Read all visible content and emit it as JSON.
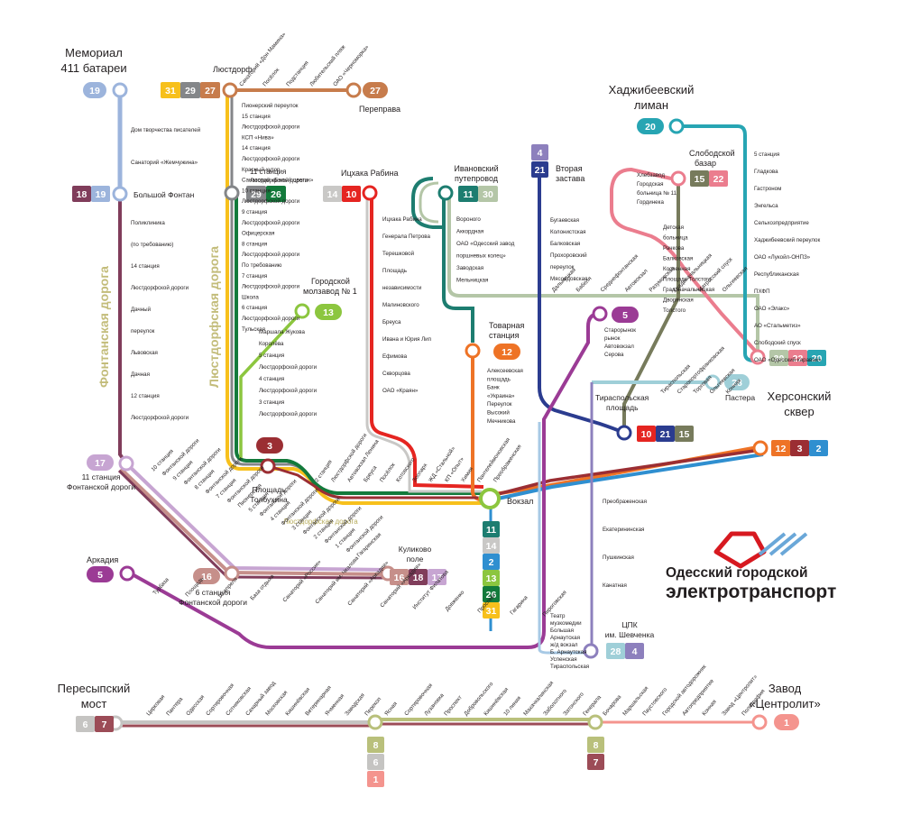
{
  "title": "Одесский городской электротранспорт",
  "brand": {
    "line1": "Одесский городской",
    "line2": "электротранспорт",
    "logo_color": "#d71920",
    "stripe_color": "#6aa7d8"
  },
  "roads": {
    "fontanskaya": "Фонтанская дорога",
    "lustdorfskaya": "Люстдорфская дорога",
    "lustdorfskaya_small": "Люстдорфская дорога"
  },
  "routes": {
    "r1": {
      "number": "1",
      "color": "#f4948e"
    },
    "r2": {
      "number": "2",
      "color": "#2f8fd0"
    },
    "r3": {
      "number": "3",
      "color": "#9b2e33"
    },
    "r4": {
      "number": "4",
      "color": "#8d80bd"
    },
    "r5": {
      "number": "5",
      "color": "#9b3b95"
    },
    "r6": {
      "number": "6",
      "color": "#c5c4c2"
    },
    "r7": {
      "number": "7",
      "color": "#9c4c57"
    },
    "r8": {
      "number": "8",
      "color": "#b9c07b"
    },
    "r10": {
      "number": "10",
      "color": "#e52521"
    },
    "r11": {
      "number": "11",
      "color": "#1d7d70"
    },
    "r12": {
      "number": "12",
      "color": "#ee7326"
    },
    "r13": {
      "number": "13",
      "color": "#8cc63f"
    },
    "r14": {
      "number": "14",
      "color": "#c9c8c6"
    },
    "r15": {
      "number": "15",
      "color": "#777b5c"
    },
    "r16": {
      "number": "16",
      "color": "#c68f8a"
    },
    "r17": {
      "number": "17",
      "color": "#c7a5d2"
    },
    "r18": {
      "number": "18",
      "color": "#803d5b"
    },
    "r19": {
      "number": "19",
      "color": "#9cb4dc"
    },
    "r20": {
      "number": "20",
      "color": "#27a5b3"
    },
    "r21": {
      "number": "21",
      "color": "#2b3c8f"
    },
    "r22": {
      "number": "22",
      "color": "#eb7d8e"
    },
    "r26": {
      "number": "26",
      "color": "#137a3b"
    },
    "r27": {
      "number": "27",
      "color": "#c77c4c"
    },
    "r28": {
      "number": "28",
      "color": "#9fcfd8"
    },
    "r29": {
      "number": "29",
      "color": "#848689"
    },
    "r30": {
      "number": "30",
      "color": "#b4c6a7"
    },
    "r31": {
      "number": "31",
      "color": "#f7c01c"
    }
  },
  "terminals": {
    "memorial": {
      "line1": "Мемориал",
      "line2": "411 батареи"
    },
    "lustdorf": "Люстдорф",
    "pereprava": "Переправа",
    "big_fontan": "Большой Фонтан",
    "st11_lustdorf": {
      "line1": "11 станция",
      "line2": "Люстдорфской дороги"
    },
    "itskhaka": "Ицхака Рабина",
    "ivanovsky": {
      "line1": "Ивановский",
      "line2": "путепровод"
    },
    "vtoraya": {
      "line1": "Вторая",
      "line2": "застава"
    },
    "khadzhibey": {
      "line1": "Хаджибеевский",
      "line2": "лиман"
    },
    "slobodskoy": {
      "line1": "Слободской",
      "line2": "базар"
    },
    "molzavod": {
      "line1": "Городской",
      "line2": "молзавод № 1"
    },
    "tovarnaya": {
      "line1": "Товарная",
      "line2": "станция"
    },
    "pastera": "Пастера",
    "khersonsky": {
      "line1": "Херсонский",
      "line2": "сквер"
    },
    "tiraspol": {
      "line1": "Тираспольская",
      "line2": "площадь"
    },
    "st11_fontan": {
      "line1": "11 станция",
      "line2": "Фонтанской дороги"
    },
    "tolbukhin": {
      "line1": "Площадь",
      "line2": "Толбухина"
    },
    "vokzal": "Вокзал",
    "arkadia": "Аркадия",
    "kulikovo": {
      "line1": "Куликово",
      "line2": "поле"
    },
    "st6_fontan": {
      "line1": "6 станция",
      "line2": "Фонтанской дороги"
    },
    "tspk": {
      "line1": "ЦПК",
      "line2": "им. Шевченка"
    },
    "peresyp": {
      "line1": "Пересыпский",
      "line2": "мост"
    },
    "centrolit": {
      "line1": "Завод",
      "line2": "«Центролит»"
    }
  },
  "stops": {
    "line19": [
      "Дом творчества писателей",
      "Санаторий «Жемчужина»"
    ],
    "line18_fontan": [
      "Поликлиника",
      "(по требованию)",
      "14 станция",
      "Люстдорфской дороги",
      "Дачный",
      "переулок",
      "Львовская",
      "Дачная",
      "12 станция",
      "Люстдорфской дороги"
    ],
    "line27": [
      "Санаторий «Дон Мамина»",
      "Посёлок",
      "Подстанция",
      "Любительский пляж",
      "ОАО «Черноморка»"
    ],
    "lustdorf_road": [
      "Пионерский переулок",
      "15 станция",
      "Люстдорфской дороги",
      "КСП «Нива»",
      "14 станция",
      "Люстдорфской дороги",
      "Красный хутор",
      "Санаторий «Белый цветок»",
      "10 станция",
      "Люстдорфской дороги",
      "9 станция",
      "Люстдорфской дороги",
      "Офицерская",
      "8 станция",
      "Люстдорфской дороги",
      "По требованию",
      "7 станция",
      "Люстдорфской дороги",
      "Школа",
      "6 станция",
      "Люстдорфской дороги",
      "Тульская"
    ],
    "line13": [
      "Маршала Жукова",
      "Королёва",
      "5 станция",
      "Люстдорфской дороги",
      "4 станция",
      "Люстдорфской дороги",
      "3 станция",
      "Люстдорфской дороги"
    ],
    "line10": [
      "Ицхака Рабина",
      "Генерала Петрова",
      "Терешковой",
      "Площадь",
      "независимости",
      "Малиновского",
      "Бреуса",
      "Ивана и Юрия Лип",
      "Ефимова",
      "Скворцова",
      "ОАО «Краян»"
    ],
    "line11": [
      "Вороного",
      "Аккордная",
      "ОАО «Одесский завод",
      "поршневых колец»",
      "Заводская",
      "Мельницкая"
    ],
    "line12": [
      "Алексеевская",
      "площадь",
      "Банк",
      "«Украина»",
      "Переулок",
      "Высокий",
      "Мечникова"
    ],
    "line21": [
      "Бугаевская",
      "Колонистская",
      "Балковская",
      "Прохоровский",
      "переулок",
      "Мясоедовская"
    ],
    "line22": [
      "Хлебзавод",
      "Городская",
      "больница № 11",
      "Гординека"
    ],
    "line15": [
      "Детская",
      "больница",
      "Рачкова",
      "Балковская",
      "Косвенная",
      "Площадь Толстого",
      "Градоначальницкая",
      "Дворянская",
      "Толстого"
    ],
    "line20": [
      "5 станция",
      "Гладкова",
      "Гастроном",
      "Энгельса",
      "Сельхозпредприятие",
      "Хаджибеевский переулок",
      "ОАО «Лукойл-ОНПЗ»",
      "Республиканская",
      "ПХФП",
      "ОАО «Элакс»",
      "АО «Стальметиз»",
      "Слободский спуск",
      "ОАО «Одесский каравай»"
    ],
    "line30_horizontal": [
      "Дальницкая",
      "Бабеля",
      "Среднефонтанская",
      "Автовокзал",
      "Разумовская",
      "Градоначальницкая",
      "Матросский спуск",
      "Ольгиевская"
    ],
    "line5": [
      "Старорынок",
      "рынок",
      "Автовокзал",
      "Серова"
    ],
    "line28": [
      "Тираспольская",
      "Старопортофранковская",
      "Торговая",
      "Ольгиевская",
      "Конная"
    ],
    "line28_south": [
      "Преображенская",
      "Екатерининская",
      "Пушкинская",
      "Канатная"
    ],
    "line17_diagonal": [
      "10 станция",
      "Фонтанской дороги",
      "9 станция",
      "Фонтанской дороги",
      "8 станция",
      "Фонтанской дороги",
      "7 станция",
      "Фонтанской дороги",
      "Пионерская",
      "5 станция",
      "Фонтанской дороги",
      "4 станция",
      "Фонтанской дороги",
      "3 станция",
      "Фонтанской дороги",
      "2 станция",
      "Фонтанской дороги",
      "1 станция",
      "Фонтанской дороги",
      "Гагаринская"
    ],
    "line5_long": [
      "Турбаза",
      "Площадь",
      "10 апреля",
      "База отдыха",
      "Санаторий «Россия»",
      "Санаторий им. Чкалова",
      "Санаторий «Аркадия»",
      "Санаторий «Аркадия»",
      "Институт Филатова",
      "Довженко",
      "Проспект",
      "Гагарина",
      "Пироговская"
    ],
    "line3_center": [
      "2 станция",
      "Люстдорфской дороги",
      "Автовокзал Ленина",
      "Бреуса",
      "Посёлок",
      "Котовского",
      "Зоопарк",
      "ЖД «Стальной»",
      "КП «Опыт»",
      "Химия",
      "Пантелеймоновская",
      "Преображенская"
    ],
    "line1_bottom": [
      "Цирковая",
      "Пантера",
      "Одесская",
      "Сортировочная",
      "Сотниковская",
      "Сахарный завод",
      "Московская",
      "Кишинёвская",
      "Ветеринарная",
      "Ячменная",
      "Заводская",
      "Перекоп",
      "Ясная",
      "Сортировочная",
      "Лузановка",
      "Проспект",
      "Добровольского",
      "Кишинёвская",
      "10 линия",
      "Махачкалинская",
      "Заболотного",
      "Затонского",
      "Генерала",
      "Бочарова",
      "Маршальская",
      "Паустовского",
      "Городской автодорожник",
      "Автопредприятие",
      "Конная",
      "Завод «Центролит»",
      "Полиграфия"
    ],
    "tspk_line": [
      "Театр",
      "музкомедии",
      "Большая",
      "Арнаутская",
      "ж/д вокзал",
      "Б. Арнаутская",
      "Успенская",
      "Тираспольская"
    ]
  },
  "badges": {
    "memorial": [
      "19"
    ],
    "lustdorf": [
      "31",
      "29",
      "27"
    ],
    "pereprava": [
      "27"
    ],
    "big_fontan": [
      "18",
      "19"
    ],
    "st11_lustdorf": [
      "29",
      "26"
    ],
    "itskhaka": [
      "14",
      "10"
    ],
    "ivanovsky": [
      "11",
      "30"
    ],
    "vtoraya": [
      "4",
      "21"
    ],
    "khadzhibey": [
      "20"
    ],
    "slobodskoy": [
      "15",
      "22"
    ],
    "molzavod": [
      "13"
    ],
    "pastera": [
      "28"
    ],
    "lyman_south": [
      "30",
      "22",
      "20"
    ],
    "tovarnaya": [
      "12"
    ],
    "line5_top": [
      "5"
    ],
    "tiraspol": [
      "10",
      "21",
      "15"
    ],
    "khersonsky": [
      "12",
      "3",
      "2"
    ],
    "tolbukhin": [
      "3"
    ],
    "st11_fontan": [
      "17"
    ],
    "vokzal": [
      "11",
      "14",
      "2",
      "13",
      "26",
      "31"
    ],
    "arkadia": [
      "5"
    ],
    "st6_fontan": [
      "16"
    ],
    "kulikovo": [
      "16",
      "18",
      "17"
    ],
    "tspk": [
      "28",
      "4"
    ],
    "peresyp": [
      "6",
      "7"
    ],
    "luzanovka": [
      "8",
      "6",
      "1"
    ],
    "paustovsky": [
      "8",
      "7"
    ],
    "centrolit": [
      "1"
    ]
  }
}
